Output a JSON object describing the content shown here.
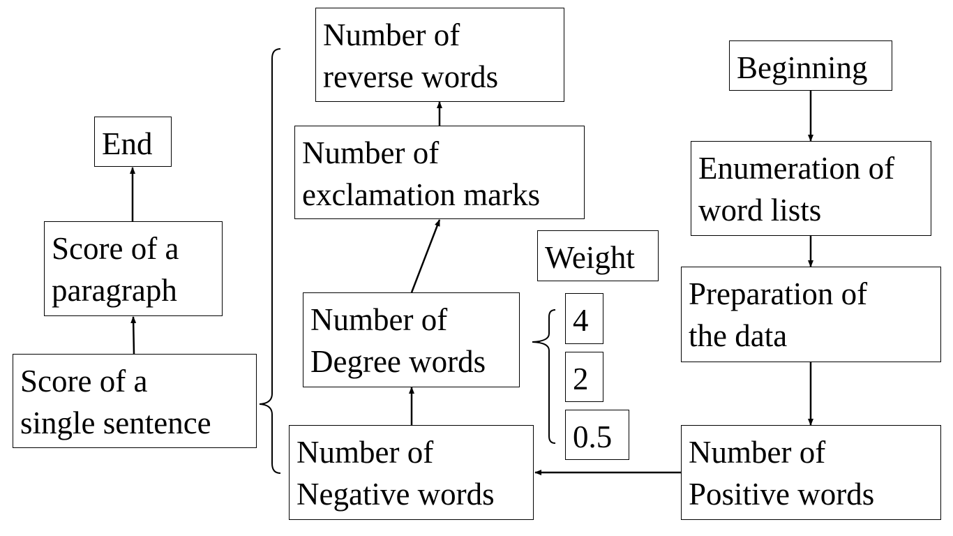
{
  "nodes": {
    "beginning": [
      "Beginning"
    ],
    "enumeration": [
      "Enumeration of",
      "word lists"
    ],
    "preparation": [
      "Preparation of",
      "the data"
    ],
    "positive": [
      "Number of",
      "Positive words"
    ],
    "negative": [
      "Number of",
      "Negative words"
    ],
    "degree": [
      "Number of",
      "Degree words"
    ],
    "exclamation": [
      "Number of",
      "exclamation marks"
    ],
    "reverse": [
      "Number of",
      "reverse words"
    ],
    "sentence_score": [
      "Score of a",
      "single sentence"
    ],
    "paragraph_score": [
      "Score of a",
      "paragraph"
    ],
    "end": [
      "End"
    ]
  },
  "weight": {
    "label": "Weight",
    "values": [
      "4",
      "2",
      "0.5"
    ]
  }
}
